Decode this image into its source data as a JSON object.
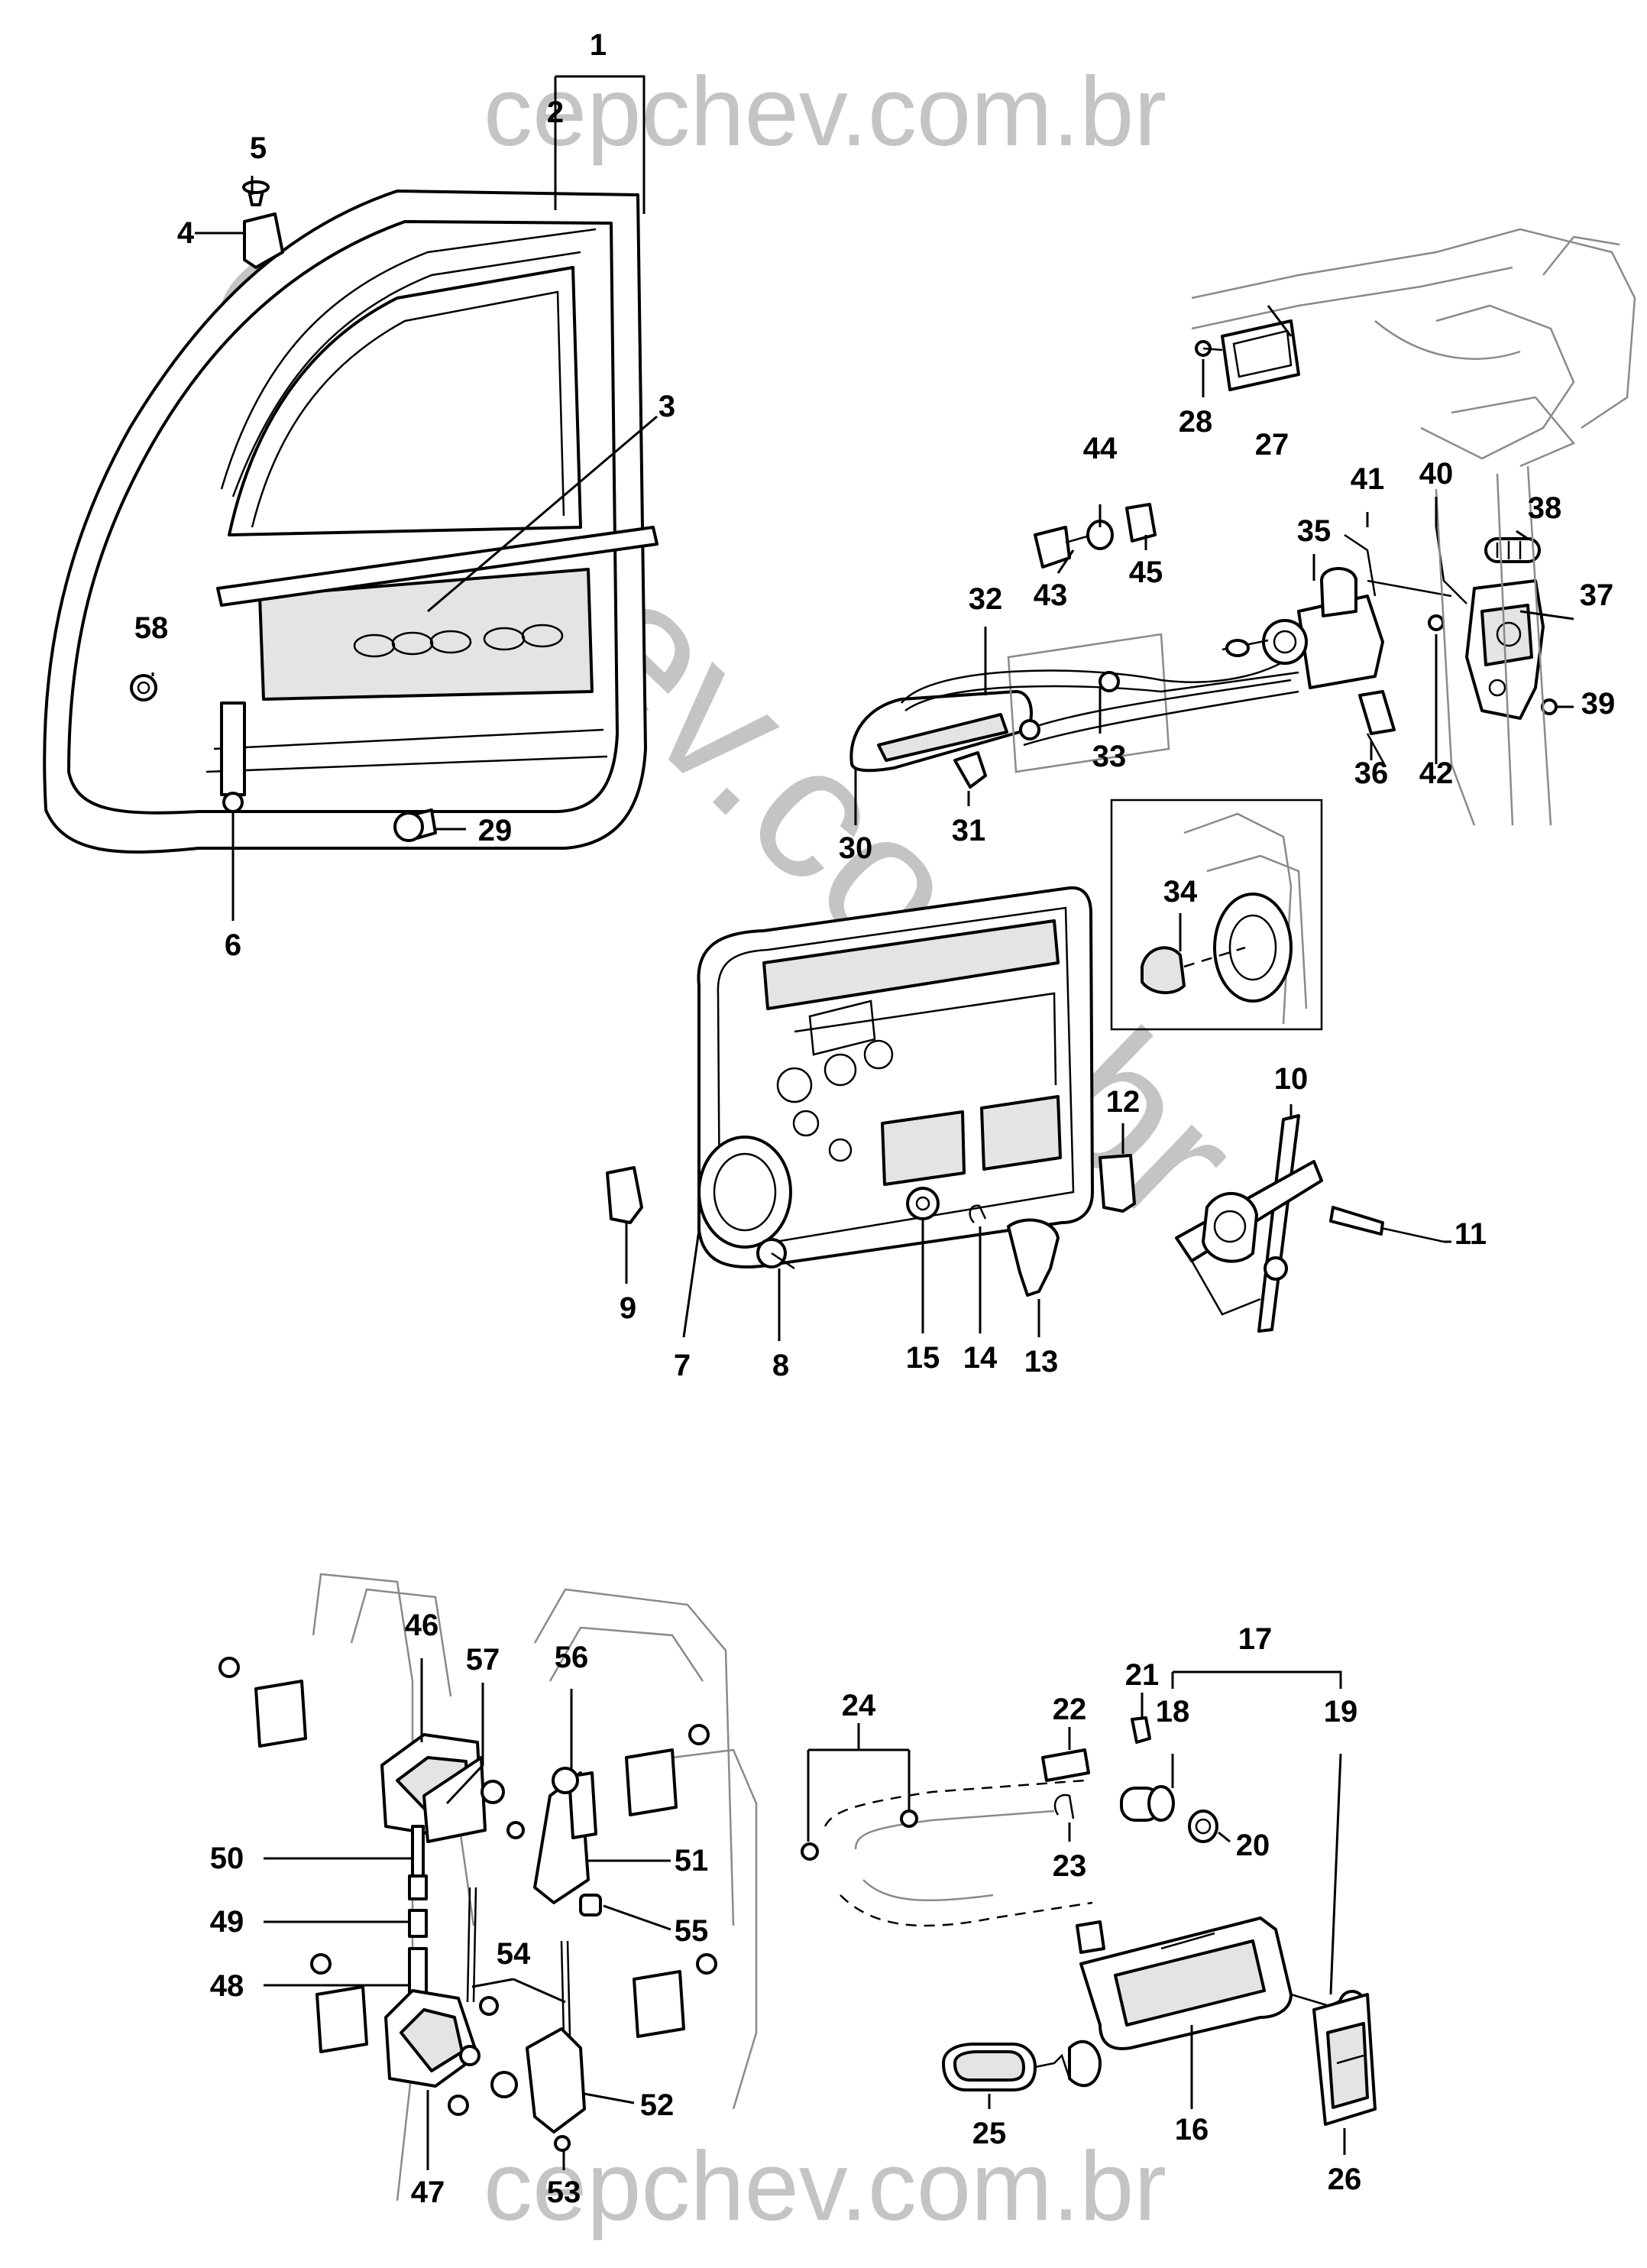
{
  "watermark": {
    "top": "cepchev.com.br",
    "bottom": "cepchev.com.br",
    "diagonal": "cepchev.com.br"
  },
  "part_labels": {
    "p1": "1",
    "p2": "2",
    "p3": "3",
    "p4": "4",
    "p5": "5",
    "p6": "6",
    "p7": "7",
    "p8": "8",
    "p9": "9",
    "p10": "10",
    "p11": "11",
    "p12": "12",
    "p13": "13",
    "p14": "14",
    "p15": "15",
    "p16": "16",
    "p17": "17",
    "p18": "18",
    "p19": "19",
    "p20": "20",
    "p21": "21",
    "p22": "22",
    "p23": "23",
    "p24": "24",
    "p25": "25",
    "p26": "26",
    "p27": "27",
    "p28": "28",
    "p29": "29",
    "p30": "30",
    "p31": "31",
    "p32": "32",
    "p33": "33",
    "p34": "34",
    "p35": "35",
    "p36": "36",
    "p37": "37",
    "p38": "38",
    "p39": "39",
    "p40": "40",
    "p41": "41",
    "p42": "42",
    "p43": "43",
    "p44": "44",
    "p45": "45",
    "p46": "46",
    "p47": "47",
    "p48": "48",
    "p49": "49",
    "p50": "50",
    "p51": "51",
    "p52": "52",
    "p53": "53",
    "p54": "54",
    "p55": "55",
    "p56": "56",
    "p57": "57",
    "p58": "58"
  }
}
